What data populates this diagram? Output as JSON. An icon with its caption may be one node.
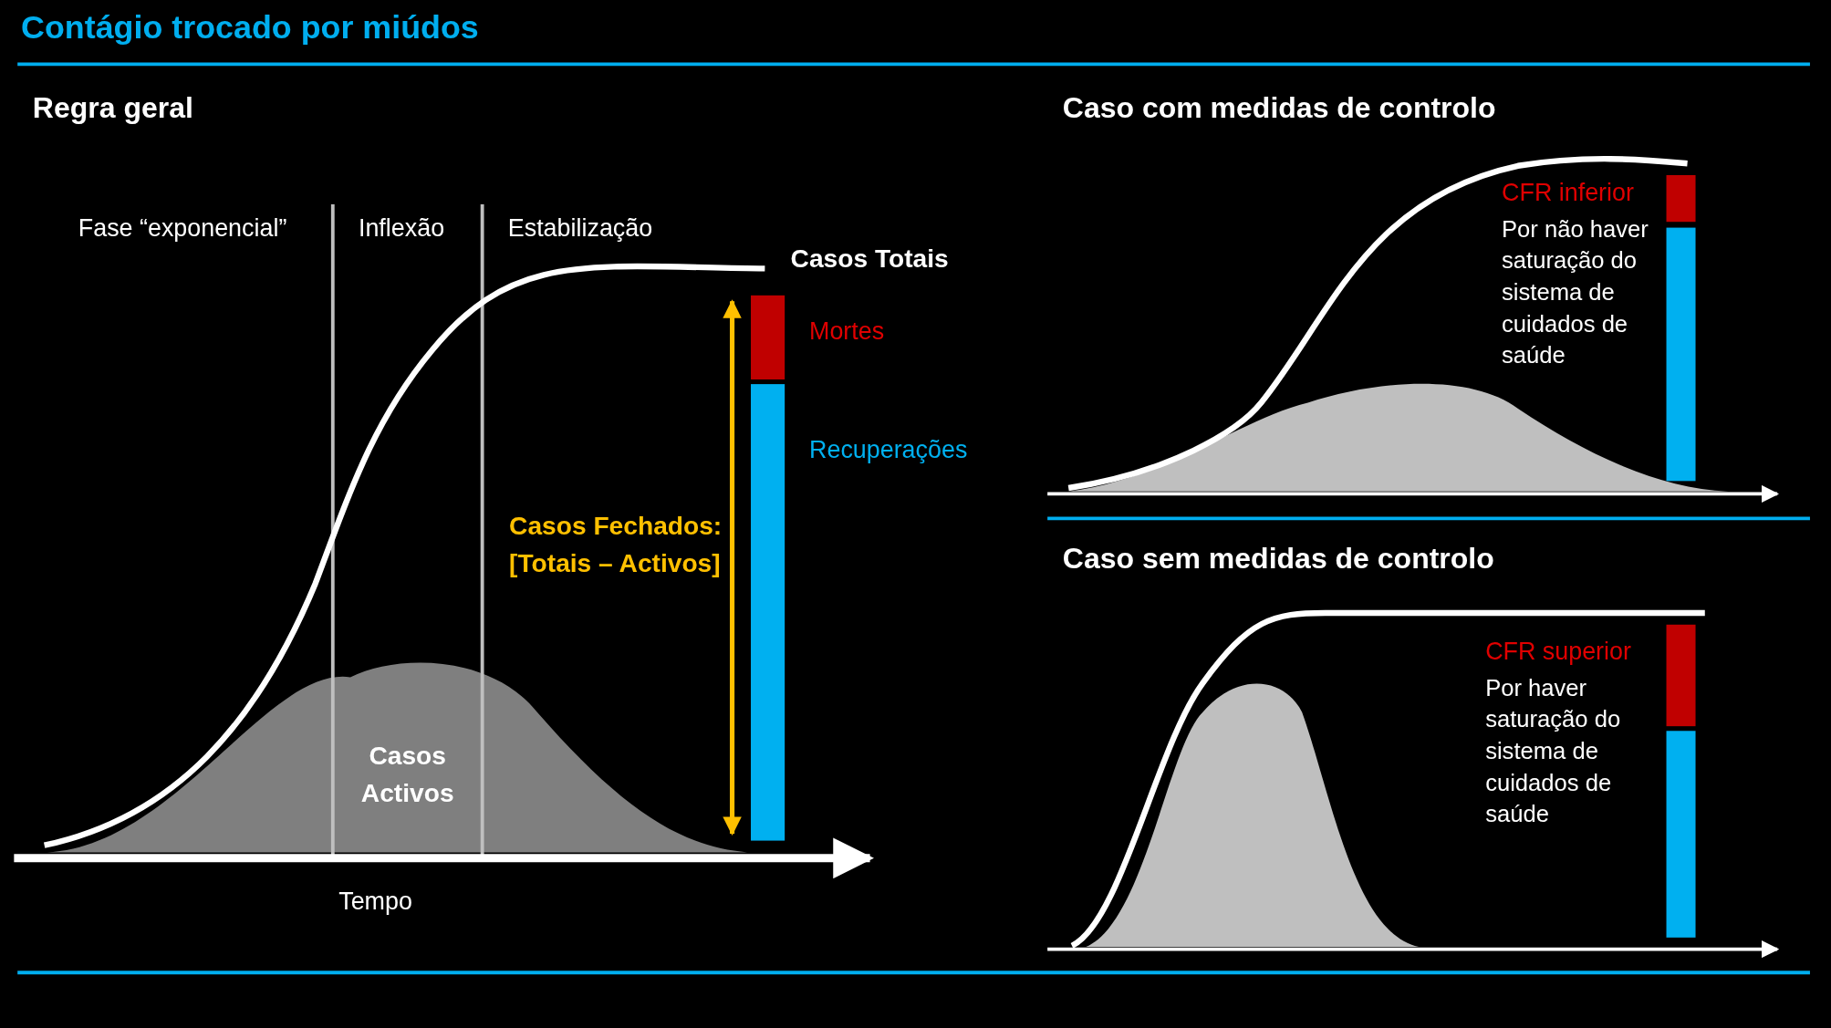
{
  "diagram": {
    "title": "Contágio trocado por miúdos",
    "labels": [
      "Regra geral",
      "Fase “exponencial”",
      "Inflexão",
      "Estabilização",
      "Casos Totais",
      "Mortes",
      "Recuperações",
      "Casos Fechados: [Totais – Activos]",
      "Casos Activos",
      "Tempo",
      "Caso com medidas de controlo",
      "CFR inferior",
      "Por não haver saturação do sistema de cuidados de saúde",
      "Caso sem medidas de controlo",
      "CFR superior",
      "Por haver saturação do sistema de cuidados de saúde"
    ]
  }
}
